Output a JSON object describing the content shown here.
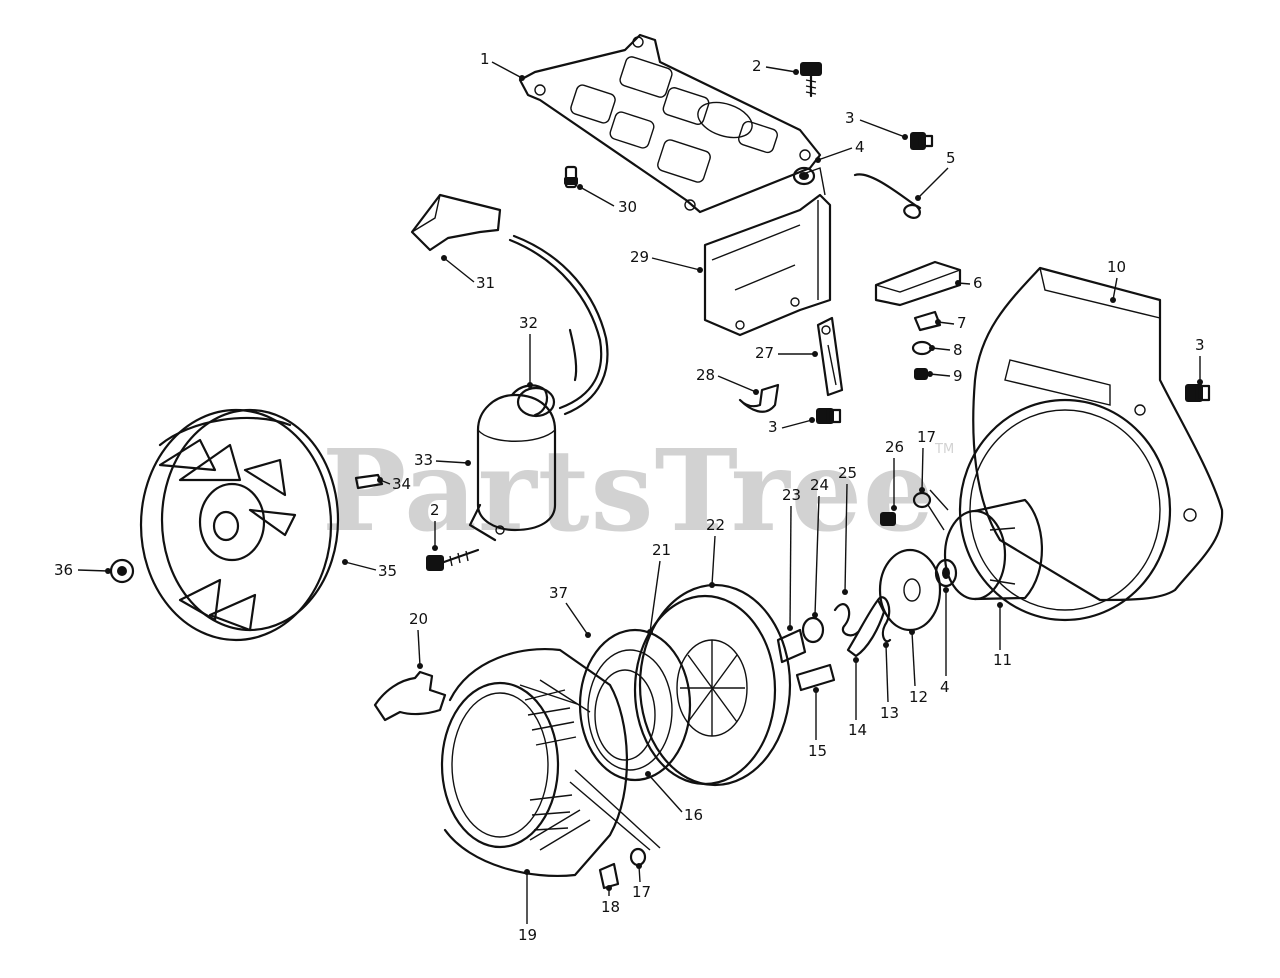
{
  "watermark": {
    "text": "PartsTree",
    "trademark": "TM"
  },
  "callouts": [
    "1",
    "2",
    "3",
    "4",
    "5",
    "30",
    "29",
    "31",
    "32",
    "6",
    "7",
    "8",
    "9",
    "10",
    "3",
    "27",
    "28",
    "3",
    "33",
    "34",
    "2",
    "26",
    "17",
    "25",
    "24",
    "23",
    "22",
    "21",
    "36",
    "35",
    "37",
    "20",
    "11",
    "4",
    "12",
    "13",
    "14",
    "15",
    "16",
    "19",
    "18",
    "17"
  ]
}
